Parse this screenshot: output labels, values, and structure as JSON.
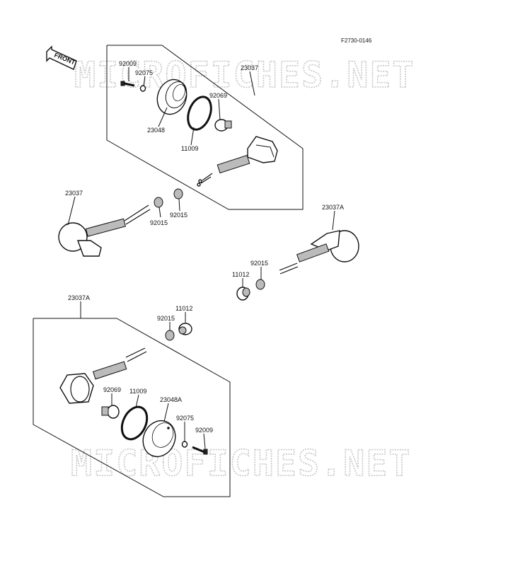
{
  "figure_ref": "F2730-0146",
  "watermark": "MICROFICHES.NET",
  "front_label": "FRONT",
  "callouts": {
    "p92009_top": "92009",
    "p92075_top": "92075",
    "p23037_box": "23037",
    "p92069_top": "92069",
    "p23048": "23048",
    "p11009_top": "11009",
    "p23037_left": "23037",
    "p92015_a": "92015",
    "p92015_b": "92015",
    "p23037A_right": "23037A",
    "p92015_c": "92015",
    "p11012_right": "11012",
    "p23037A_box": "23037A",
    "p11012_lower": "11012",
    "p92015_d": "92015",
    "p92069_lower": "92069",
    "p11009_lower": "11009",
    "p23048A": "23048A",
    "p92075_lower": "92075",
    "p92009_lower": "92009"
  }
}
